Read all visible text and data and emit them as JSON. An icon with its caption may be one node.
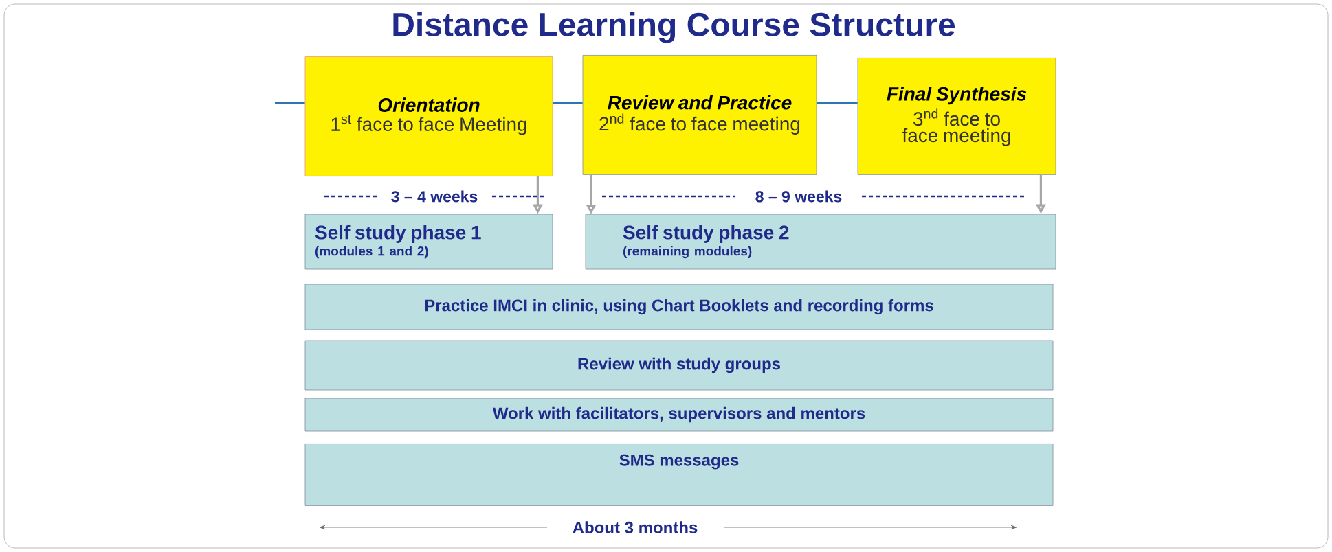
{
  "diagram": {
    "title": "Distance Learning Course Structure",
    "nodes": [
      {
        "text": [
          "Orientation",
          "1$^{st}$ face to face Meeting"
        ]
      },
      {
        "text": [
          "Review and Practice",
          "2$^{nd}$ face to face meeting"
        ]
      },
      {
        "text": [
          "Final Synthesis",
          "3$^{nd}$ face to face meeting"
        ]
      },
      {
        "text": [
          "Self study phase 1",
          "(modules 1 and 2)"
        ]
      },
      {
        "text": [
          "Self study phase 2",
          "(remaining modules)"
        ]
      },
      {
        "text": [
          "Practice IMCI in clinic, using Chart Booklets and recording forms"
        ]
      },
      {
        "text": [
          "Review with study groups"
        ]
      },
      {
        "text": [
          "Work with facilitators, supervisors and mentors"
        ]
      },
      {
        "text": [
          "SMS messages"
        ]
      }
    ],
    "edges": [
      {
        "from": null,
        "to": 0,
        "arrow": "none"
      },
      {
        "from": 0,
        "to": 1,
        "arrow": "none"
      },
      {
        "from": 1,
        "to": 2,
        "arrow": "none"
      },
      {
        "from": 0,
        "to": 3,
        "arrow": "to",
        "color": "#a6a6a6"
      },
      {
        "from": 1,
        "to": 4,
        "arrow": "to",
        "color": "#a6a6a6"
      },
      {
        "from": 2,
        "to": 4,
        "arrow": "to",
        "color": "#a6a6a6"
      }
    ],
    "labels": [
      "3 – 4 weeks",
      "8 – 9 weeks",
      "About 3 months"
    ]
  }
}
